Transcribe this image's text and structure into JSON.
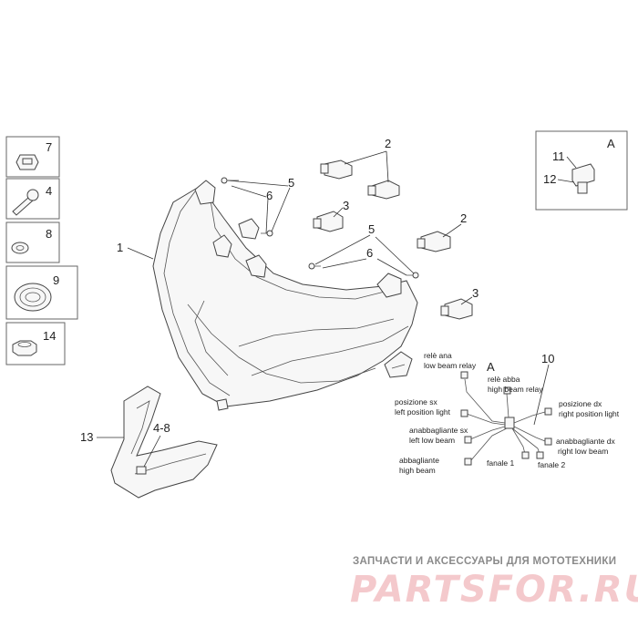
{
  "callouts": {
    "n1": "1",
    "n2a": "2",
    "n2b": "2",
    "n3a": "3",
    "n3b": "3",
    "n5a": "5",
    "n5b": "5",
    "n6a": "6",
    "n6b": "6",
    "n4": "4",
    "n7": "7",
    "n8": "8",
    "n9": "9",
    "n14": "14",
    "n13": "13",
    "n48": "4-8",
    "n10": "10",
    "n11": "11",
    "n12": "12",
    "detailA": "A",
    "wiringA": "A"
  },
  "wiring": {
    "low_beam_relay_it": "relè ana",
    "low_beam_relay_en": "low beam relay",
    "high_beam_relay_it": "relè abba",
    "high_beam_relay_en": "high beam relay",
    "pos_sx_it": "posizione sx",
    "pos_sx_en": "left position light",
    "anab_sx_it": "anabbagliante sx",
    "anab_sx_en": "left low beam",
    "abba_it": "abbagliante",
    "abba_en": "high beam",
    "fanale1": "fanale 1",
    "fanale2": "fanale 2",
    "pos_dx_it": "posizione dx",
    "pos_dx_en": "right position light",
    "anab_dx_it": "anabbagliante dx",
    "anab_dx_en": "right low beam"
  },
  "watermark": {
    "tagline": "ЗАПЧАСТИ И АКСЕССУАРЫ ДЛЯ МОТОТЕХНИКИ",
    "brand": "PARTSFOR.RU"
  }
}
